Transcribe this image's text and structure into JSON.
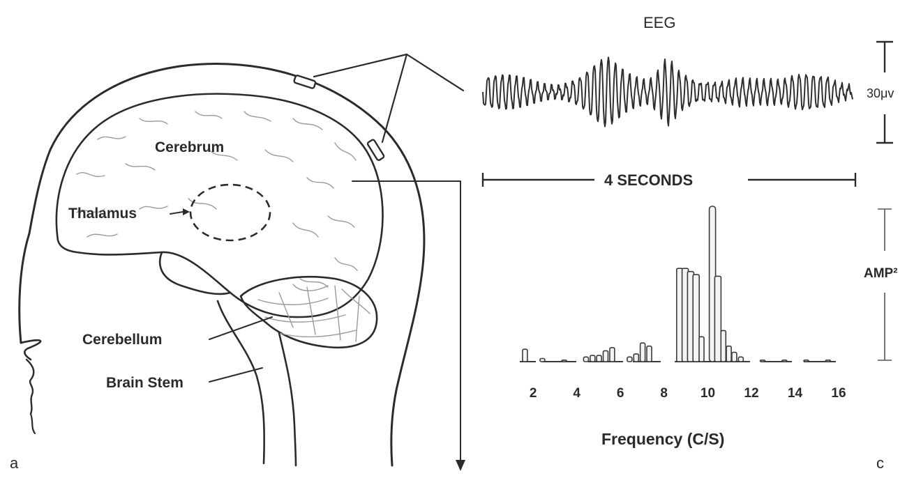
{
  "panel_a": {
    "letter": "a",
    "labels": {
      "cerebrum": "Cerebrum",
      "thalamus": "Thalamus",
      "cerebellum": "Cerebellum",
      "brain_stem": "Brain Stem"
    }
  },
  "panel_c": {
    "letter": "c",
    "eeg_title": "EEG",
    "scale_label": "30μv",
    "duration_label": "4 SECONDS",
    "amp_label": "AMP²",
    "x_axis_label": "Frequency (C/S)"
  },
  "chart_data": {
    "type": "bar",
    "xlabel": "Frequency (C/S)",
    "ylabel": "AMP²",
    "x_ticks": [
      2,
      4,
      6,
      8,
      10,
      12,
      14,
      16
    ],
    "xlim": [
      0.5,
      16.5
    ],
    "ylim": [
      0,
      1
    ],
    "x": [
      1.6,
      2.4,
      3.4,
      4.4,
      4.7,
      5.0,
      5.3,
      5.6,
      6.4,
      6.7,
      7.0,
      7.3,
      8.7,
      8.95,
      9.2,
      9.45,
      9.7,
      10.2,
      10.45,
      10.7,
      10.95,
      11.2,
      11.5,
      12.5,
      13.5,
      14.5,
      15.5
    ],
    "values": [
      0.08,
      0.02,
      0.01,
      0.03,
      0.04,
      0.04,
      0.07,
      0.09,
      0.03,
      0.05,
      0.12,
      0.1,
      0.6,
      0.6,
      0.58,
      0.56,
      0.16,
      1.0,
      0.55,
      0.2,
      0.1,
      0.06,
      0.03,
      0.01,
      0.01,
      0.01,
      0.01
    ]
  }
}
